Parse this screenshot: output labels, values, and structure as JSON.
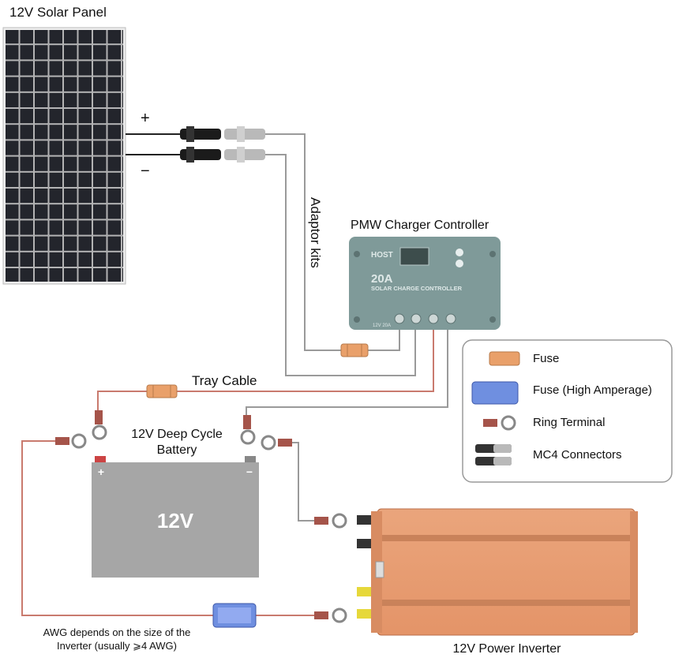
{
  "labels": {
    "solar_panel": "12V Solar Panel",
    "plus": "+",
    "minus": "−",
    "adaptor_kits": "Adaptor kits",
    "controller_title": "PMW Charger Controller",
    "controller_brand": "HOST",
    "controller_rating": "20A",
    "controller_subtitle": "SOLAR CHARGE CONTROLLER",
    "controller_voltage": "12V 20A",
    "tray_cable": "Tray Cable",
    "battery_title_line1": "12V Deep Cycle",
    "battery_title_line2": "Battery",
    "battery_value": "12V",
    "battery_pos": "+",
    "battery_neg": "−",
    "inverter": "12V Power Inverter",
    "awg_note_line1": "AWG depends on the size of the",
    "awg_note_line2": "Inverter (usually ⩾4 AWG)"
  },
  "legend": {
    "items": [
      {
        "label": "Fuse",
        "icon": "fuse-icon"
      },
      {
        "label": "Fuse (High Amperage)",
        "icon": "high-amp-fuse-icon"
      },
      {
        "label": "Ring Terminal",
        "icon": "ring-terminal-icon"
      },
      {
        "label": "MC4 Connectors",
        "icon": "mc4-connector-icon"
      }
    ]
  },
  "colors": {
    "red_wire": "#c97a6e",
    "gray_wire": "#9a9a9a",
    "fuse_orange": "#e9a06a",
    "fuse_blue": "#6f8fe0",
    "battery_gray": "#a6a6a6",
    "controller_body": "#7f9a99",
    "inverter_orange": "#e8a078"
  }
}
